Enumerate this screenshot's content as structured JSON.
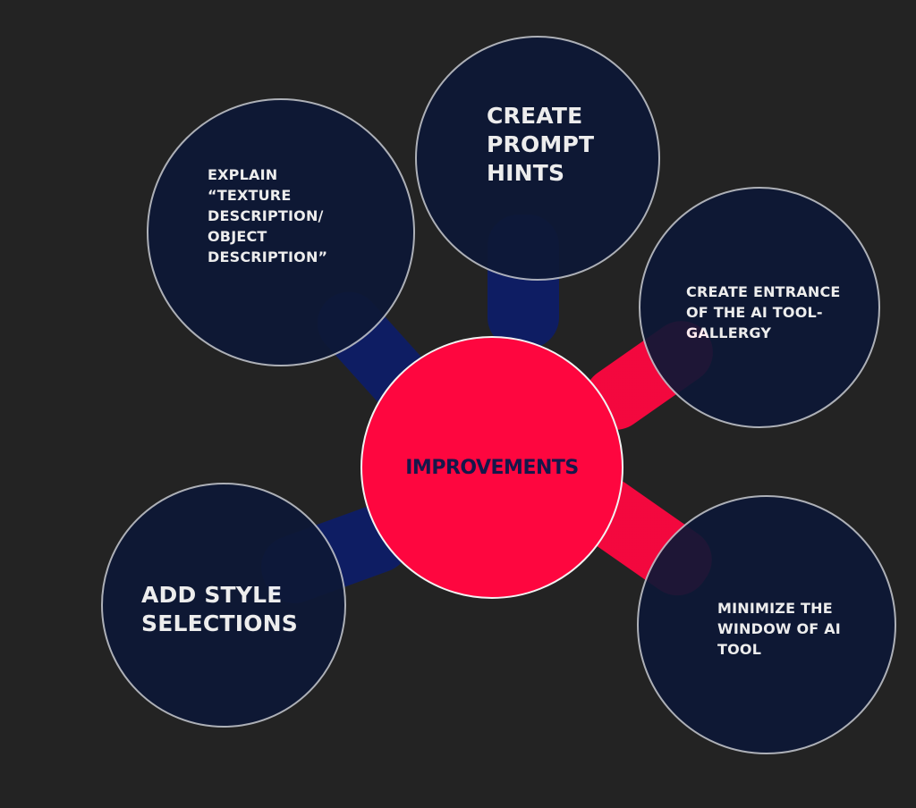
{
  "diagram": {
    "center": {
      "label": "IMPROVEMENTS",
      "color": "#fe063f",
      "text_color": "#16174a"
    },
    "branches": [
      {
        "id": "explain",
        "label": "EXPLAIN\n“TEXTURE\nDESCRIPTION/\nOBJECT\nDESCRIPTION”"
      },
      {
        "id": "prompt",
        "label": "CREATE\nPROMPT\nHINTS"
      },
      {
        "id": "gallery",
        "label": "CREATE ENTRANCE\nOF THE AI TOOL-\nGALLERGY"
      },
      {
        "id": "minimize",
        "label": "MINIMIZE THE\nWINDOW OF AI\nTOOL"
      },
      {
        "id": "style",
        "label": "ADD STYLE\nSELECTIONS"
      }
    ],
    "colors": {
      "background": "#232323",
      "branch_fill": "#0d1836",
      "branch_border": "#b9bcc4",
      "connector_start": "#fe063f",
      "connector_end": "#0a1c6e"
    }
  }
}
